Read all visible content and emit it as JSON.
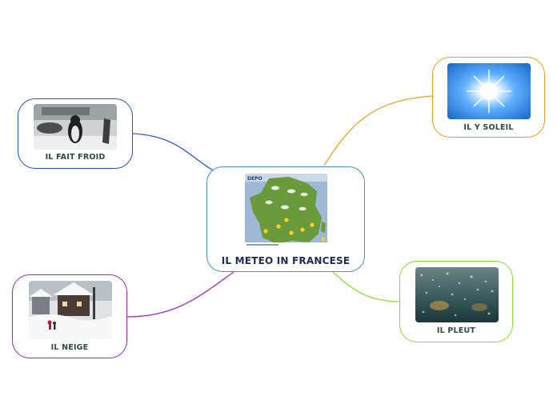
{
  "central_topic": {
    "label": "IL METEO IN FRANCESE",
    "border_color": "#4a8fc7"
  },
  "topics": [
    {
      "id": "froid",
      "label": "IL FAIT FROID",
      "border_color": "#1f4fd6",
      "line_color": "#2456e0",
      "image": "penguin-in-snow"
    },
    {
      "id": "soleil",
      "label": "IL Y SOLEIL",
      "border_color": "#f09a1a",
      "line_color": "#f3a21e",
      "image": "sun-in-blue-sky"
    },
    {
      "id": "neige",
      "label": "IL NEIGE",
      "border_color": "#9b22c9",
      "line_color": "#a22fd0",
      "image": "snowy-village"
    },
    {
      "id": "pleut",
      "label": "IL PLEUT",
      "border_color": "#86e02a",
      "line_color": "#8de13a",
      "image": "raindrops-on-window"
    }
  ],
  "colors": {
    "map_green": "#6a9a3c",
    "sky_blue": "#2a7fd8"
  }
}
